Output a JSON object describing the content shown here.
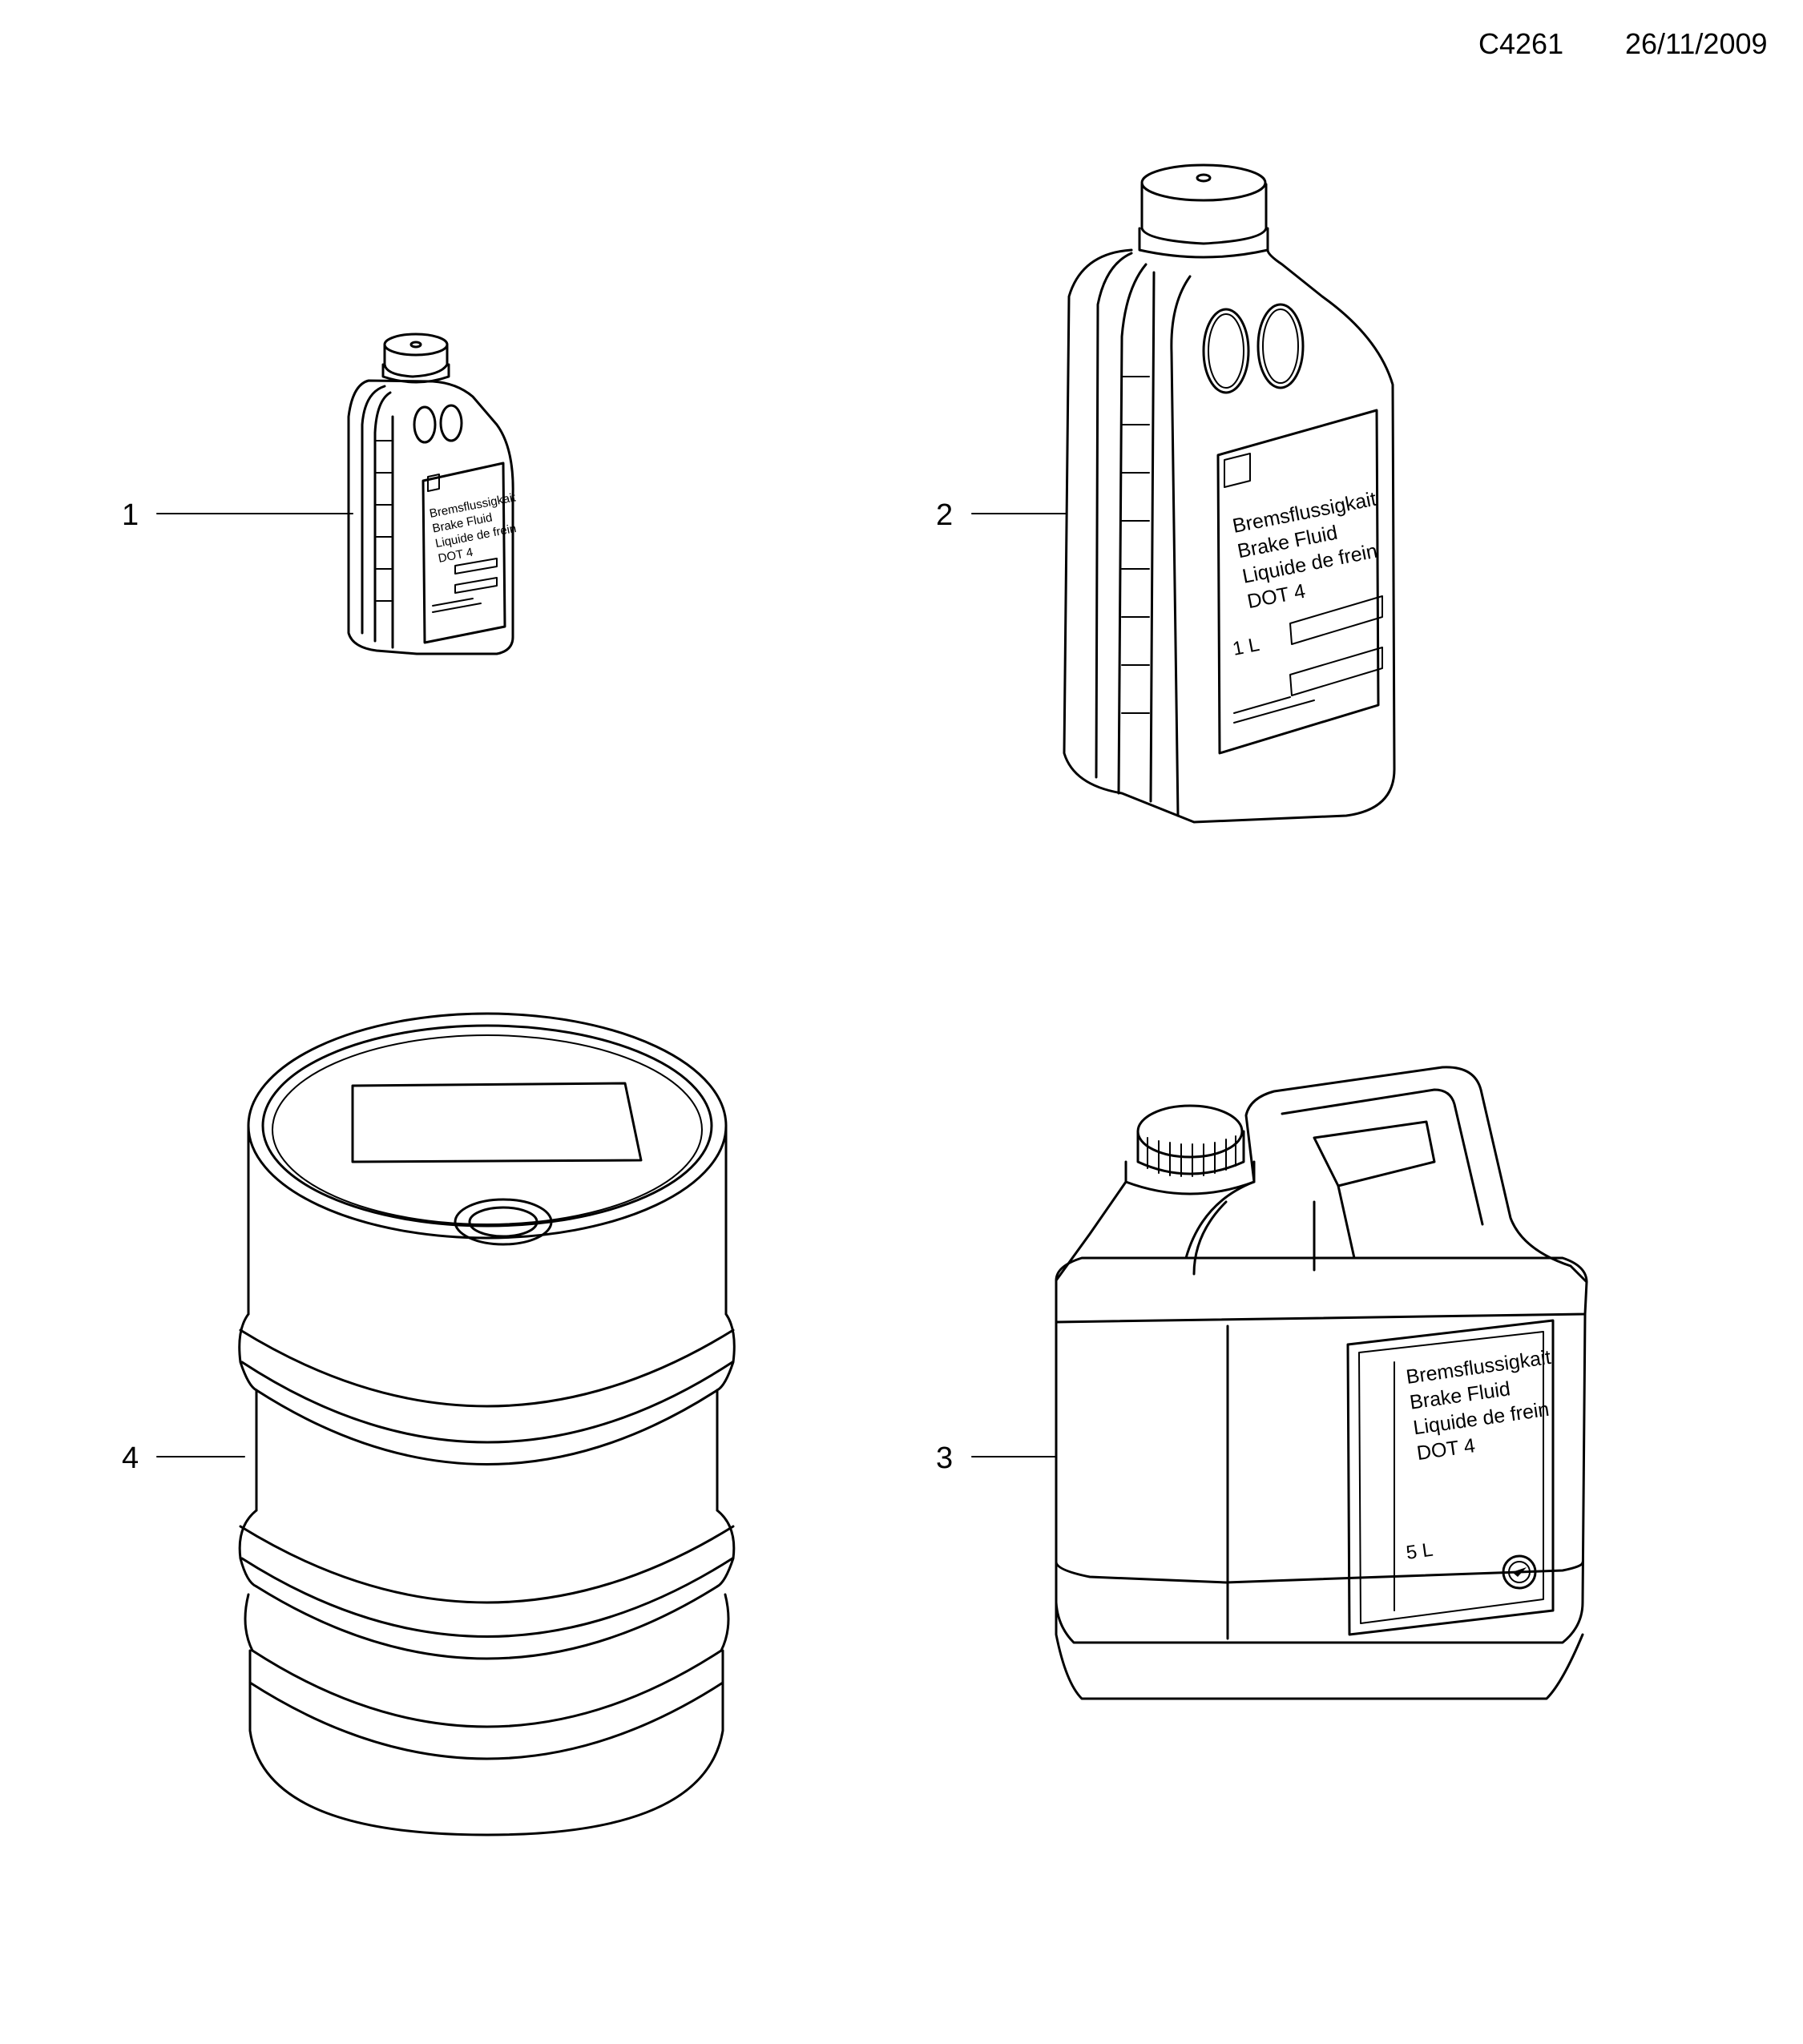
{
  "header": {
    "code": "C4261",
    "date": "26/11/2009"
  },
  "items": [
    {
      "number": "1",
      "label_lines": [
        "Bremsflussigkait",
        "Brake Fluid",
        "Liquide de frein",
        "DOT 4"
      ]
    },
    {
      "number": "2",
      "label_lines": [
        "Bremsflussigkait",
        "Brake Fluid",
        "Liquide de frein",
        "DOT 4"
      ],
      "volume": "1 L"
    },
    {
      "number": "3",
      "label_lines": [
        "Bremsflussigkait",
        "Brake Fluid",
        "Liquide de frein",
        "DOT 4"
      ],
      "volume": "5 L"
    },
    {
      "number": "4"
    }
  ]
}
